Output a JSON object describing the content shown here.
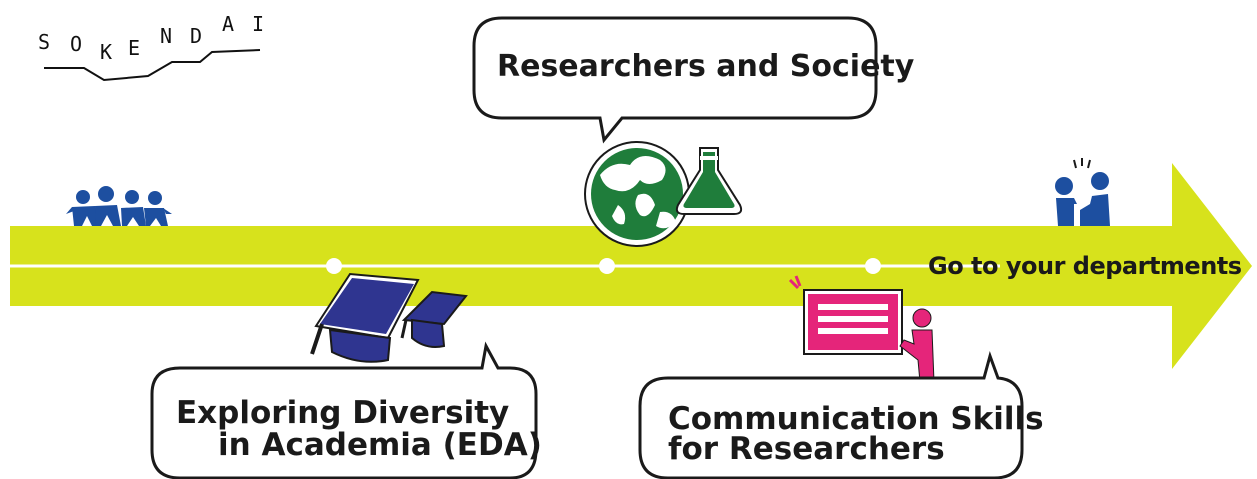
{
  "logo": {
    "letters": [
      "S",
      "O",
      "K",
      "E",
      "N",
      "D",
      "A",
      "I"
    ]
  },
  "bubbles": {
    "society": "Researchers and Society",
    "eda_line1": "Exploring Diversity",
    "eda_line2": "in Academia (EDA)",
    "comm_line1": "Communication Skills",
    "comm_line2": "for Researchers"
  },
  "arrow": {
    "label": "Go to your departments"
  },
  "colors": {
    "arrow": "#d7e21c",
    "globe": "#1f7d3b",
    "cap": "#2f3590",
    "board": "#e5257a",
    "people": "#1d4fa0",
    "outline": "#1a1a1a"
  },
  "icons": [
    "people-group-icon",
    "globe-icon",
    "flask-icon",
    "graduation-cap-icon",
    "presentation-board-icon",
    "handshake-icon"
  ]
}
